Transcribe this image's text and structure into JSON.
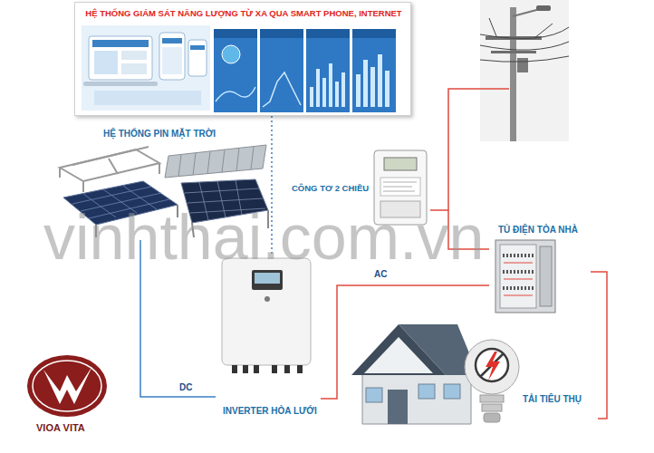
{
  "diagram": {
    "nodes": [
      {
        "text": [
          "HỆ THỐNG GIÁM SÁT NĂNG LƯỢNG TỪ XA QUA SMART PHONE, INTERNET"
        ]
      },
      {
        "text": [
          "HỆ THỐNG PIN MẶT TRỜI"
        ]
      },
      {
        "text": [
          "CÔNG TƠ 2 CHIỀU"
        ]
      },
      {
        "text": [
          "TỦ ĐIỆN TÒA NHÀ"
        ]
      },
      {
        "text": [
          "INVERTER HÒA LƯỚI"
        ]
      },
      {
        "text": [
          "TẢI TIÊU THỤ"
        ]
      }
    ],
    "edges": [
      {
        "from": 0,
        "to": 4,
        "arrow": "none"
      },
      {
        "from": 1,
        "to": 4,
        "label": "DC",
        "arrow": "none"
      },
      {
        "from": 4,
        "to": 3,
        "label": "AC",
        "arrow": "none"
      },
      {
        "from": 2,
        "to": 3,
        "arrow": "none"
      },
      {
        "from": 3,
        "to": 5,
        "arrow": "none"
      }
    ],
    "labels": [
      "vinhthai.com.vn",
      "VIOA VITA"
    ]
  }
}
